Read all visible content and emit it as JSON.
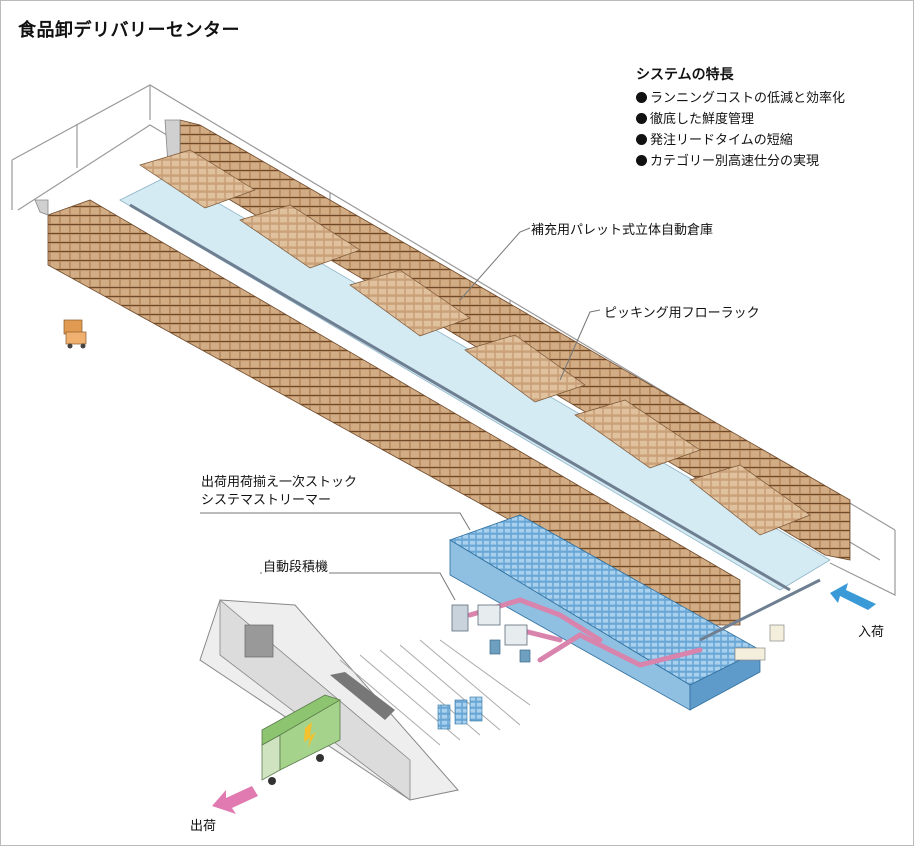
{
  "title": "食品卸デリバリーセンター",
  "features": {
    "title": "システムの特長",
    "items": [
      "ランニングコストの低減と効率化",
      "徹底した鮮度管理",
      "発注リードタイムの短縮",
      "カテゴリー別高速仕分の実現"
    ]
  },
  "labels": {
    "pallet_warehouse": "補充用パレット式立体自動倉庫",
    "flow_rack": "ピッキング用フローラック",
    "stock_line1": "出荷用荷揃え一次ストック",
    "stock_line2": "システマストリーマー",
    "palletizer": "自動段積機",
    "inbound": "入荷",
    "outbound": "出荷"
  },
  "colors": {
    "rack": "#b98d62",
    "rack_dark": "#7b5636",
    "stream": "#8fc0e2",
    "conveyor": "#6f7f92",
    "pink_conveyor": "#d884ac",
    "inbound_arrow": "#3a9ad8",
    "outbound_arrow": "#e07ab0"
  }
}
